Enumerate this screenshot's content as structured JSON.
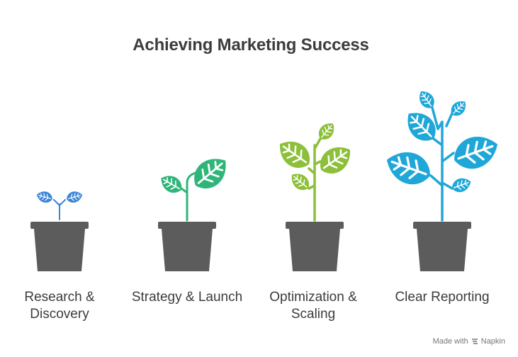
{
  "title": "Achieving Marketing Success",
  "stages": [
    {
      "label": "Research & Discovery",
      "color": "#3b86d6",
      "growth": "seedling"
    },
    {
      "label": "Strategy & Launch",
      "color": "#2fb57a",
      "growth": "sprout"
    },
    {
      "label": "Optimization & Scaling",
      "color": "#8cbf3a",
      "growth": "young-plant"
    },
    {
      "label": "Clear Reporting",
      "color": "#1fa7d8",
      "growth": "full-plant"
    }
  ],
  "pot_color": "#5c5c5c",
  "credit": {
    "prefix": "Made with",
    "brand": "Napkin"
  }
}
